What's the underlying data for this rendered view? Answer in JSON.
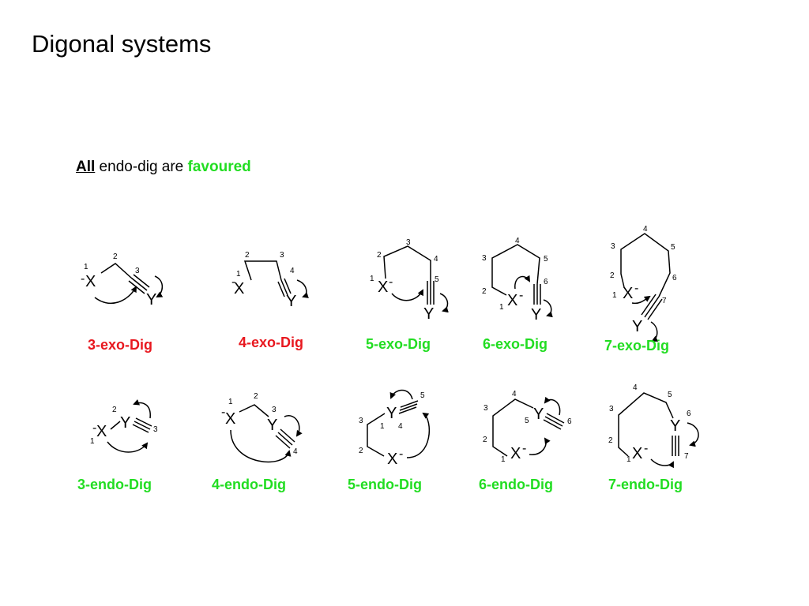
{
  "title": "Digonal systems",
  "subtitle": {
    "lead": "All",
    "middle": " endo-dig are ",
    "tail": "favoured"
  },
  "colors": {
    "accent_green": "#22dd22",
    "accent_red": "#e8181f",
    "ink": "#000000"
  },
  "atoms": {
    "x": "X",
    "y": "Y",
    "charge": "-"
  },
  "exo": [
    {
      "label": "3-exo-Dig",
      "color": "#e8181f",
      "numbers": [
        "1",
        "2",
        "3"
      ]
    },
    {
      "label": "4-exo-Dig",
      "color": "#e8181f",
      "numbers": [
        "1",
        "2",
        "3",
        "4"
      ]
    },
    {
      "label": "5-exo-Dig",
      "color": "#22dd22",
      "numbers": [
        "1",
        "2",
        "3",
        "4",
        "5"
      ]
    },
    {
      "label": "6-exo-Dig",
      "color": "#22dd22",
      "numbers": [
        "1",
        "2",
        "3",
        "4",
        "5",
        "6"
      ]
    },
    {
      "label": "7-exo-Dig",
      "color": "#22dd22",
      "numbers": [
        "1",
        "2",
        "3",
        "4",
        "5",
        "6",
        "7"
      ]
    }
  ],
  "endo": [
    {
      "label": "3-endo-Dig",
      "color": "#22dd22",
      "numbers": [
        "1",
        "2",
        "3"
      ]
    },
    {
      "label": "4-endo-Dig",
      "color": "#22dd22",
      "numbers": [
        "1",
        "2",
        "3",
        "4"
      ]
    },
    {
      "label": "5-endo-Dig",
      "color": "#22dd22",
      "numbers": [
        "1",
        "2",
        "3",
        "4",
        "5"
      ]
    },
    {
      "label": "6-endo-Dig",
      "color": "#22dd22",
      "numbers": [
        "1",
        "2",
        "3",
        "4",
        "5",
        "6"
      ]
    },
    {
      "label": "7-endo-Dig",
      "color": "#22dd22",
      "numbers": [
        "1",
        "2",
        "3",
        "4",
        "5",
        "6",
        "7"
      ]
    }
  ]
}
